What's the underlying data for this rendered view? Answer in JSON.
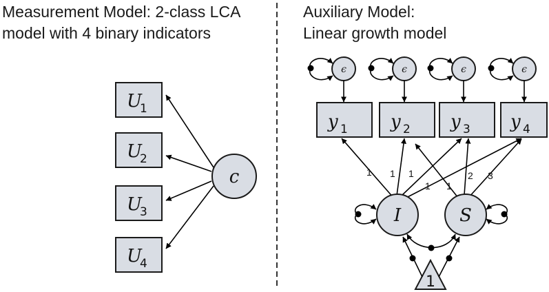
{
  "left_panel": {
    "title_line1": "Measurement Model: 2-class LCA",
    "title_line2": "model with 4 binary indicators",
    "indicators": [
      {
        "name": "U",
        "sub": "1"
      },
      {
        "name": "U",
        "sub": "2"
      },
      {
        "name": "U",
        "sub": "3"
      },
      {
        "name": "U",
        "sub": "4"
      }
    ],
    "latent_class": "c"
  },
  "right_panel": {
    "title_line1": "Auxiliary Model:",
    "title_line2": "Linear growth model",
    "residual_label": "ϵ",
    "outcomes": [
      {
        "name": "y",
        "sub": "1"
      },
      {
        "name": "y",
        "sub": "2"
      },
      {
        "name": "y",
        "sub": "3"
      },
      {
        "name": "y",
        "sub": "4"
      }
    ],
    "intercept_factor": "I",
    "slope_factor": "S",
    "constant": "1",
    "intercept_loadings": [
      "1",
      "1",
      "1",
      "1"
    ],
    "slope_loadings": [
      "1",
      "2",
      "3"
    ]
  },
  "colors": {
    "node_fill": "#d9dde4",
    "stroke": "#1a1a1a"
  }
}
